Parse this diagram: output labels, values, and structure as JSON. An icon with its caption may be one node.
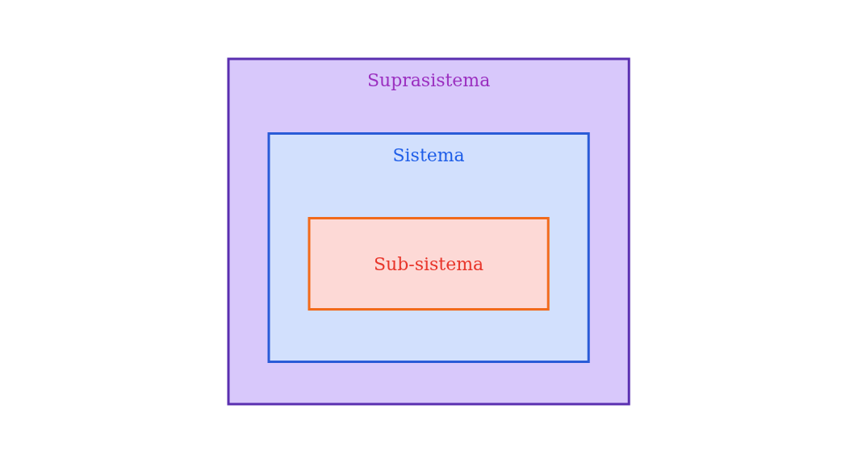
{
  "diagram": {
    "nodes": [
      {
        "text": [
          "Suprasistema"
        ]
      },
      {
        "text": [
          "Sistema"
        ],
        "in": 0
      },
      {
        "text": [
          "Sub-sistema"
        ],
        "in": 1
      }
    ]
  }
}
